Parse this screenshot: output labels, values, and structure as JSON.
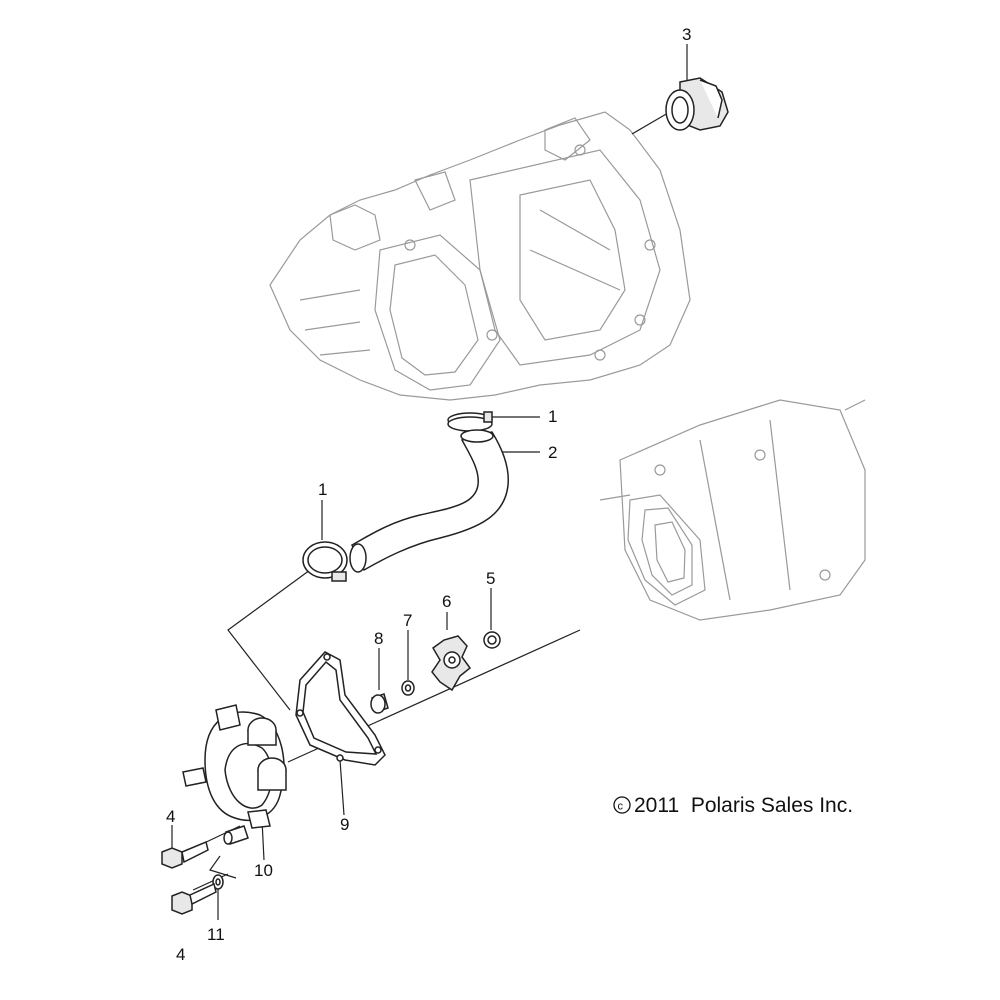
{
  "title": "",
  "callouts": {
    "c1_top": "1",
    "c1_left": "1",
    "c2": "2",
    "c3": "3",
    "c4_top": "4",
    "c4_bottom": "4",
    "c5": "5",
    "c6": "6",
    "c7": "7",
    "c8": "8",
    "c9": "9",
    "c10": "10",
    "c11": "11"
  },
  "copyright": {
    "symbol": "c",
    "text": "2011  Polaris Sales Inc."
  }
}
